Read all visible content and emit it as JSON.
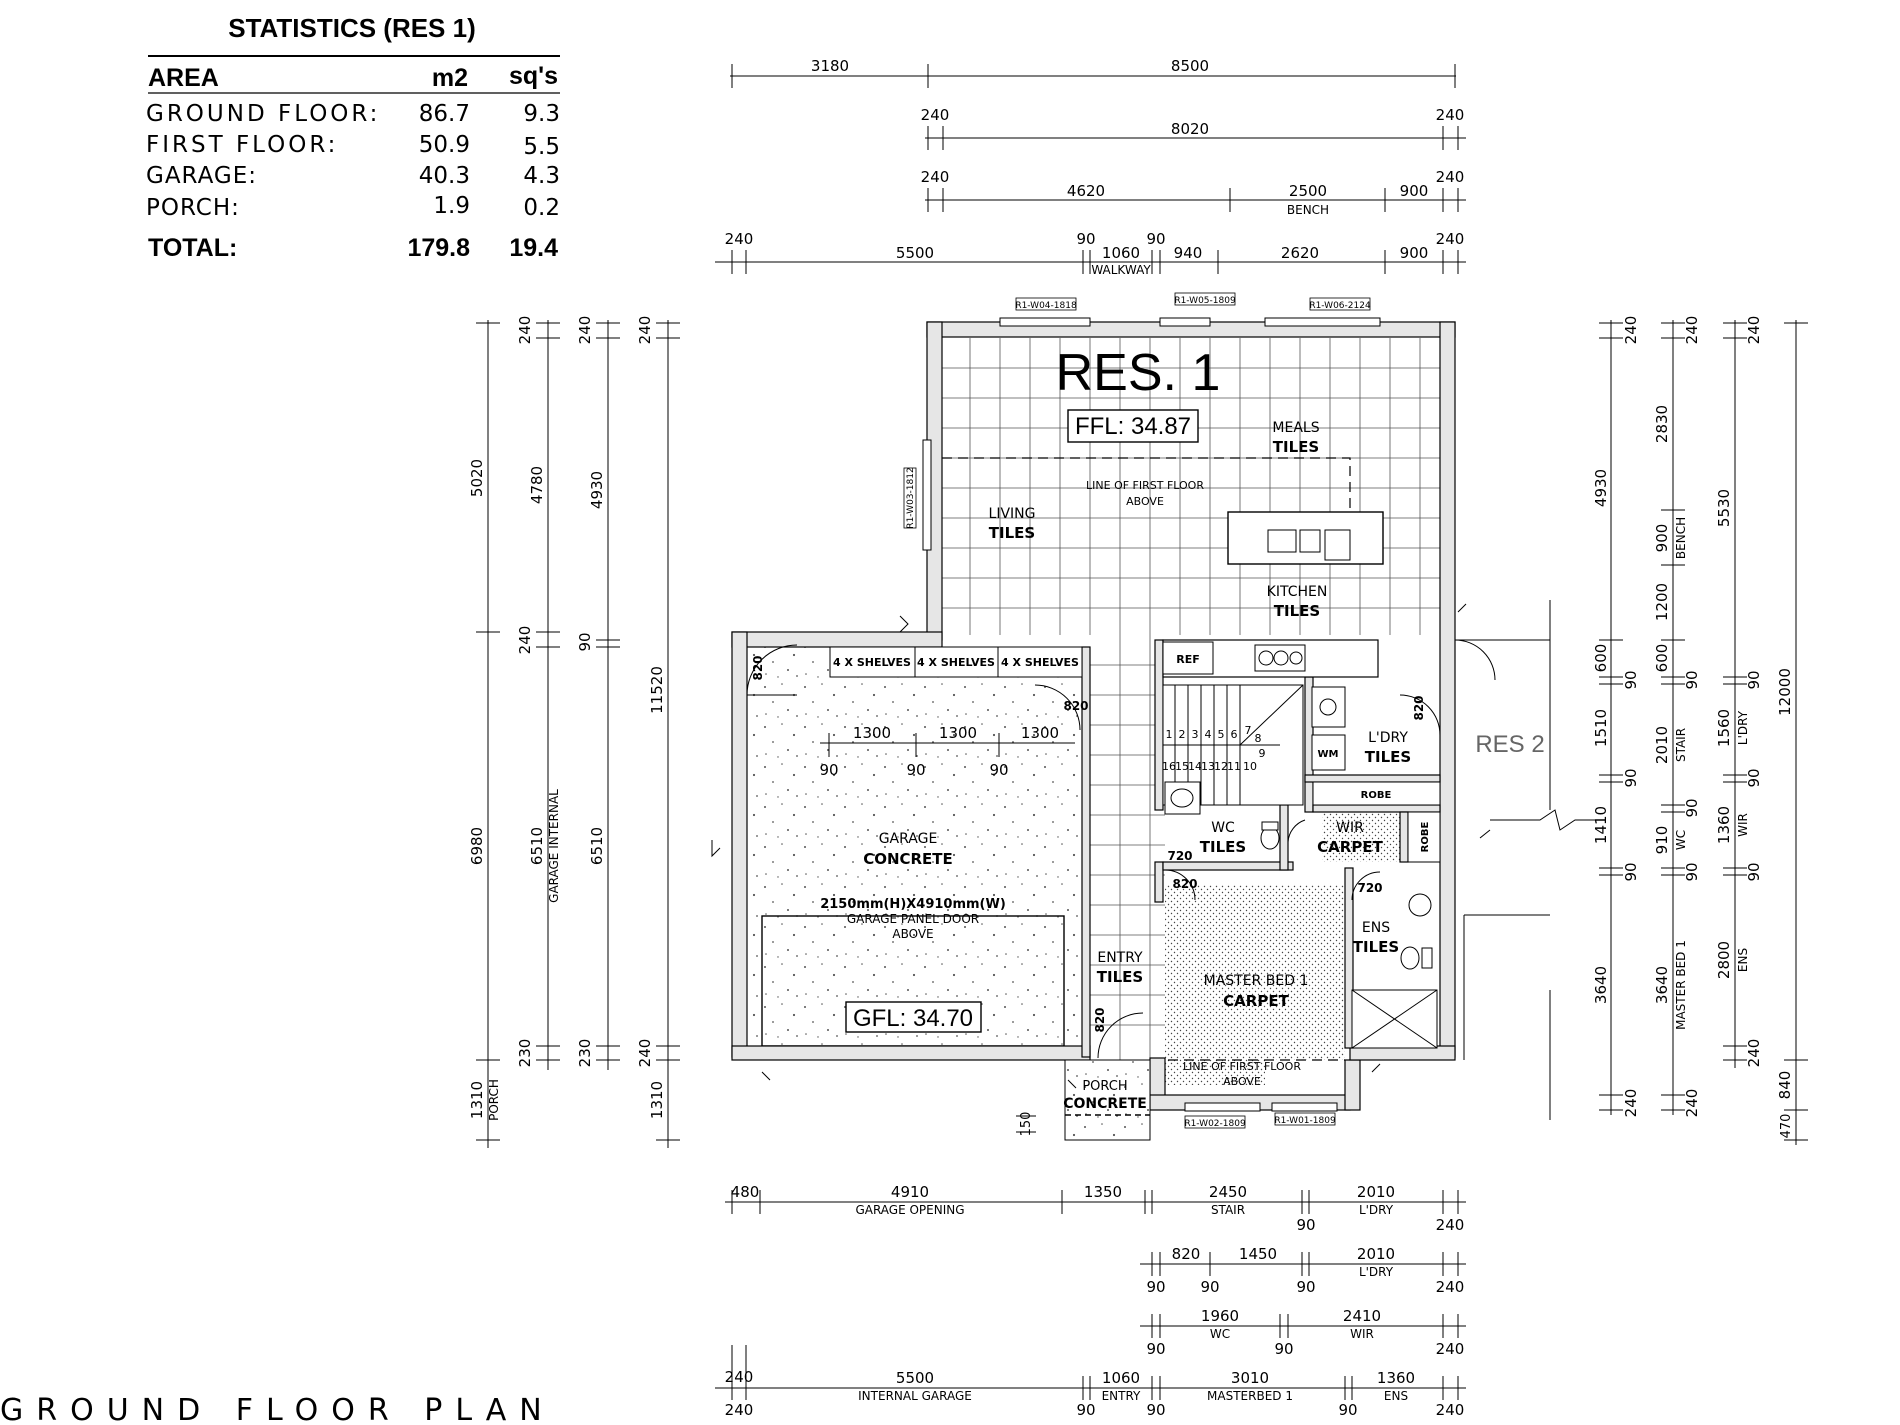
{
  "statistics": {
    "title": "STATISTICS (RES 1)",
    "col_area": "AREA",
    "col_m2": "m2",
    "col_sqs": "sq's",
    "rows": [
      {
        "label": "GROUND FLOOR:",
        "m2": "86.7",
        "sqs": "9.3"
      },
      {
        "label": "FIRST FLOOR:",
        "m2": "50.9",
        "sqs": "5.5"
      },
      {
        "label": "GARAGE:",
        "m2": "40.3",
        "sqs": "4.3"
      },
      {
        "label": "PORCH:",
        "m2": "1.9",
        "sqs": "0.2"
      }
    ],
    "total_label": "TOTAL:",
    "total_m2": "179.8",
    "total_sqs": "19.4"
  },
  "plan_title": "GROUND FLOOR PLAN",
  "res1": {
    "label": "RES. 1",
    "ffl": "FFL: 34.87"
  },
  "res2_label": "RES 2",
  "gfl": "GFL: 34.70",
  "rooms": {
    "meals": "MEALS",
    "meals_f": "TILES",
    "living": "LIVING",
    "living_f": "TILES",
    "kitchen": "KITCHEN",
    "kitchen_f": "TILES",
    "garage": "GARAGE",
    "garage_f": "CONCRETE",
    "ldry": "L'DRY",
    "ldry_f": "TILES",
    "wc": "WC",
    "wc_f": "TILES",
    "wir": "WIR",
    "wir_f": "CARPET",
    "ens": "ENS",
    "ens_f": "TILES",
    "entry": "ENTRY",
    "entry_f": "TILES",
    "master": "MASTER BED 1",
    "master_f": "CARPET",
    "porch": "PORCH",
    "porch_f": "CONCRETE"
  },
  "notes": {
    "line_first_floor_1": "LINE OF FIRST FLOOR",
    "above": "ABOVE",
    "line_first_floor_2": "LINE OF FIRST FLOOR",
    "garage_door_1": "2150mm(H)X4910mm(W)",
    "garage_door_2": "GARAGE PANEL DOOR",
    "garage_door_3": "ABOVE",
    "shelves": "4 X SHELVES",
    "ref": "REF",
    "wm": "WM",
    "robe": "ROBE"
  },
  "windows": {
    "w1": "R1-W04-1818",
    "w2": "R1-W05-1809",
    "w3": "R1-W06-2124",
    "w4": "R1-W03-1812",
    "w5": "R1-W02-1809",
    "w6": "R1-W01-1809"
  },
  "dims_top": {
    "r1": [
      "3180",
      "8500"
    ],
    "r2": [
      "240",
      "8020",
      "240"
    ],
    "r3": [
      "240",
      "4620",
      "2500",
      "BENCH",
      "900",
      "240"
    ],
    "r4": [
      "240",
      "5500",
      "90",
      "1060",
      "WALKWAY",
      "90",
      "940",
      "2620",
      "900",
      "240"
    ]
  },
  "dims_garage": [
    "1300",
    "1300",
    "1300",
    "90",
    "90",
    "90"
  ],
  "door_sizes": [
    "820",
    "820",
    "820",
    "720",
    "720",
    "820",
    "820"
  ],
  "dims_left": {
    "c1": [
      "5020",
      "6980",
      "1310",
      "PORCH"
    ],
    "c2": [
      "240",
      "4780",
      "240",
      "6510",
      "GARAGE INTERNAL",
      "230"
    ],
    "c3": [
      "240",
      "4930",
      "90",
      "6510",
      "230"
    ],
    "c4": [
      "240",
      "11520",
      "240",
      "1310"
    ],
    "porch_offset": "150"
  },
  "dims_right": {
    "c1": [
      "240",
      "4930",
      "600",
      "90",
      "1510",
      "90",
      "1410",
      "90",
      "3640",
      "240"
    ],
    "c2": [
      "240",
      "2830",
      "900",
      "BENCH",
      "1200",
      "600",
      "90",
      "2010",
      "STAIR",
      "90",
      "910",
      "WC",
      "90",
      "3640",
      "MASTER BED 1",
      "240"
    ],
    "c3": [
      "240",
      "5530",
      "90",
      "1560",
      "L'DRY",
      "90",
      "1360",
      "WIR",
      "90",
      "2800",
      "ENS",
      "240"
    ],
    "c4": [
      "12000",
      "840",
      "470"
    ]
  },
  "dims_bottom": {
    "r1": [
      "480",
      "4910",
      "GARAGE OPENING",
      "1350",
      "2450",
      "STAIR",
      "90",
      "2010",
      "L'DRY",
      "240"
    ],
    "r2": [
      "820",
      "1450",
      "2010",
      "L'DRY",
      "90",
      "90",
      "90",
      "240"
    ],
    "r3": [
      "1960",
      "WC",
      "2410",
      "WIR",
      "90",
      "90",
      "240"
    ],
    "r4": [
      "240",
      "5500",
      "INTERNAL GARAGE",
      "1060",
      "ENTRY",
      "3010",
      "MASTERBED 1",
      "1360",
      "ENS",
      "240",
      "90",
      "90",
      "90",
      "240"
    ]
  },
  "stair_numbers_top": [
    "1",
    "2",
    "3",
    "4",
    "5",
    "6",
    "7",
    "8",
    "9"
  ],
  "stair_numbers_bottom": [
    "16",
    "15",
    "14",
    "13",
    "12",
    "11",
    "10"
  ]
}
